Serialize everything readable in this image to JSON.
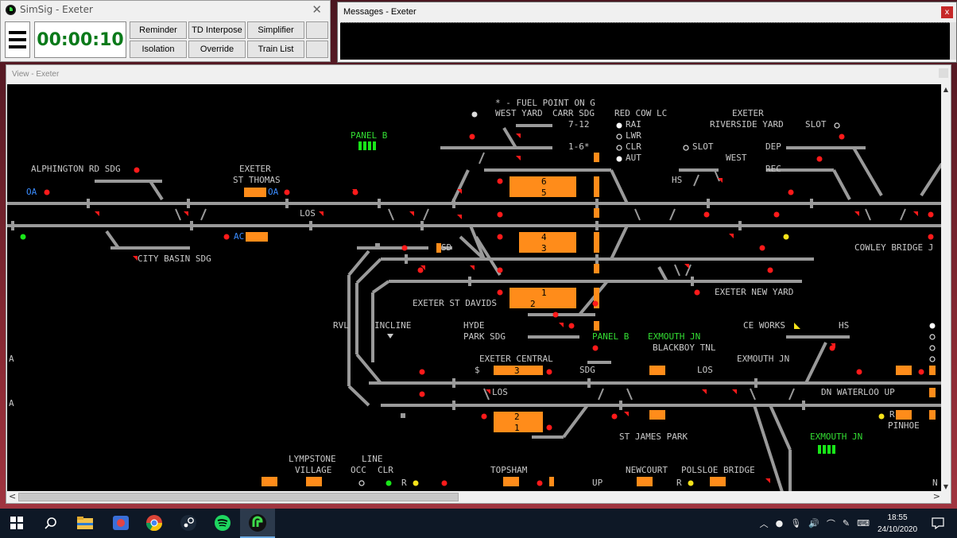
{
  "control_window": {
    "title": "SimSig - Exeter",
    "clock": "00:00:10",
    "buttons": [
      "Reminder",
      "TD Interpose",
      "Simplifier",
      "Isolation",
      "Override",
      "Train List"
    ]
  },
  "messages_window": {
    "title": "Messages - Exeter",
    "close_glyph": "x"
  },
  "view_window": {
    "title": "View - Exeter"
  },
  "diagram": {
    "colors": {
      "track": "#9a9a9a",
      "signal_red": "#ff1a1a",
      "signal_green": "#19e619",
      "signal_yellow": "#f5e21a",
      "berth": "#ff8c1a",
      "panel_label": "#33dd33",
      "text": "#c8c8c8",
      "blue": "#3a8cff"
    },
    "labels": {
      "fuel_point": "* - FUEL POINT ON G",
      "west_yard": "WEST YARD",
      "carr_sdg": "CARR SDG",
      "carr_7_12": "7-12",
      "carr_1_6": "1-6*",
      "red_cow_lc": "RED COW LC",
      "rai": "RAI",
      "lwr": "LWR",
      "clr": "CLR",
      "aut": "AUT",
      "exeter_riverside": "EXETER",
      "riverside_yard": "RIVERSIDE YARD",
      "slot_top": "SLOT",
      "slot_mid": "SLOT",
      "dep": "DEP",
      "rec": "REC",
      "west": "WEST",
      "hs_top": "HS",
      "panel_b_top": "PANEL B",
      "alphington": "ALPHINGTON RD SDG",
      "exeter_st_thomas_1": "EXETER",
      "exeter_st_thomas_2": "ST THOMAS",
      "oa": "OA",
      "oa2": "OA",
      "ac": "AC",
      "los_1": "LOS",
      "city_basin": "CITY BASIN SDG",
      "sd": "SD",
      "exeter_st_davids": "EXETER ST DAVIDS",
      "cowley_bridge": "COWLEY BRIDGE J",
      "exeter_new_yard": "EXETER NEW YARD",
      "rvl": "RVL",
      "incline": "INCLINE",
      "hyde": "HYDE",
      "park_sdg": "PARK SDG",
      "panel_b_mid": "PANEL B",
      "exmouth_jn_top": "EXMOUTH JN",
      "blackboy_tnl": "BLACKBOY TNL",
      "ce_works": "CE WORKS",
      "hs_right": "HS",
      "exeter_central": "EXETER CENTRAL",
      "sdg": "SDG",
      "los_2": "LOS",
      "exmouth_jn_right": "EXMOUTH JN",
      "los_3": "LOS",
      "dn_waterloo_up": "DN WATERLOO UP",
      "a_left_1": "A",
      "a_left_2": "A",
      "r_1": "R",
      "pinhoe": "PINHOE",
      "st_james_park": "ST JAMES PARK",
      "exmouth_jn_bottom": "EXMOUTH JN",
      "lympstone_1": "LYMPSTONE",
      "lympstone_2": "VILLAGE",
      "line": "LINE",
      "occ": "OCC",
      "clr2": "CLR",
      "r_2": "R",
      "topsham": "TOPSHAM",
      "up": "UP",
      "newcourt": "NEWCOURT",
      "r_3": "R",
      "polsloe": "POLSLOE BRIDGE",
      "dollar": "$",
      "n_right": "N"
    },
    "platform_numbers": {
      "p6": "6",
      "p5": "5",
      "p4": "4",
      "p3": "3",
      "p1": "1",
      "p2": "2",
      "central_3": "3",
      "central_2": "2",
      "central_1": "1"
    }
  },
  "taskbar": {
    "time": "18:55",
    "date": "24/10/2020"
  }
}
